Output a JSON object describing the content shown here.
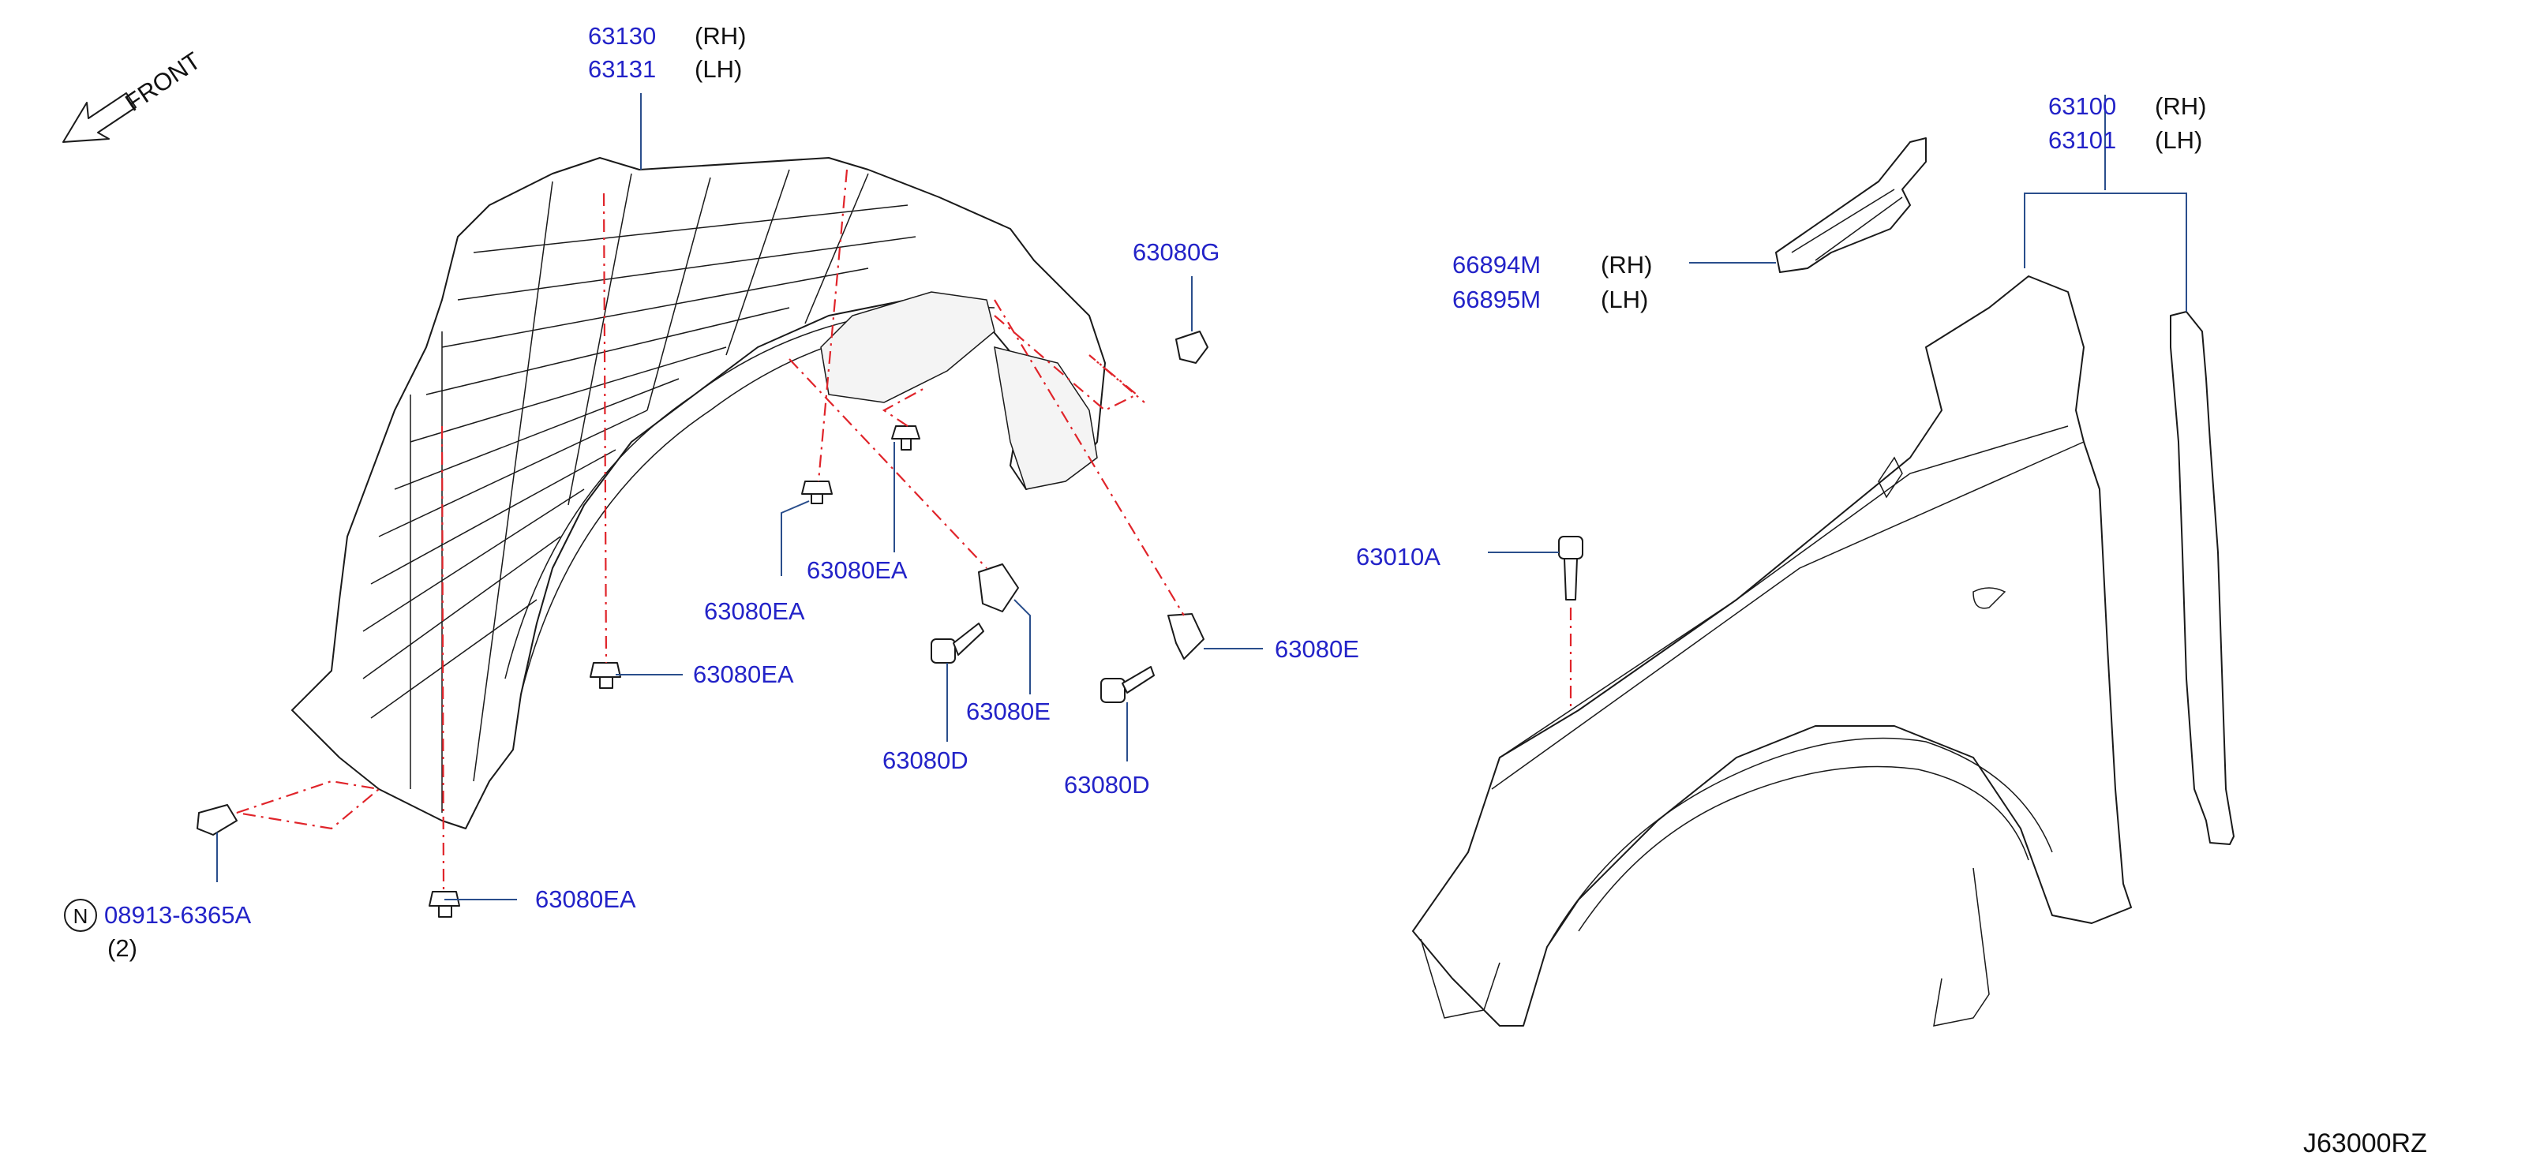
{
  "callouts": {
    "c63130": "63130",
    "c63130_side": "(RH)",
    "c63131": "63131",
    "c63131_side": "(LH)",
    "c63100": "63100",
    "c63100_side": "(RH)",
    "c63101": "63101",
    "c63101_side": "(LH)",
    "c66894M": "66894M",
    "c66894M_side": "(RH)",
    "c66895M": "66895M",
    "c66895M_side": "(LH)",
    "c63080G": "63080G",
    "c63010A": "63010A",
    "c63080EA_a": "63080EA",
    "c63080EA_b": "63080EA",
    "c63080EA_c": "63080EA",
    "c63080EA_d": "63080EA",
    "c63080E_a": "63080E",
    "c63080E_b": "63080E",
    "c63080D_a": "63080D",
    "c63080D_b": "63080D",
    "c08913": "08913-6365A",
    "c08913_qty": "(2)",
    "c08913_prefix": "N"
  },
  "front_label": "FRONT",
  "diagram_code": "J63000RZ",
  "colors": {
    "part_number": "#2323c8",
    "leader": "#2a4e8c",
    "centerline": "#e0242a",
    "outline": "#1a1a1a"
  }
}
